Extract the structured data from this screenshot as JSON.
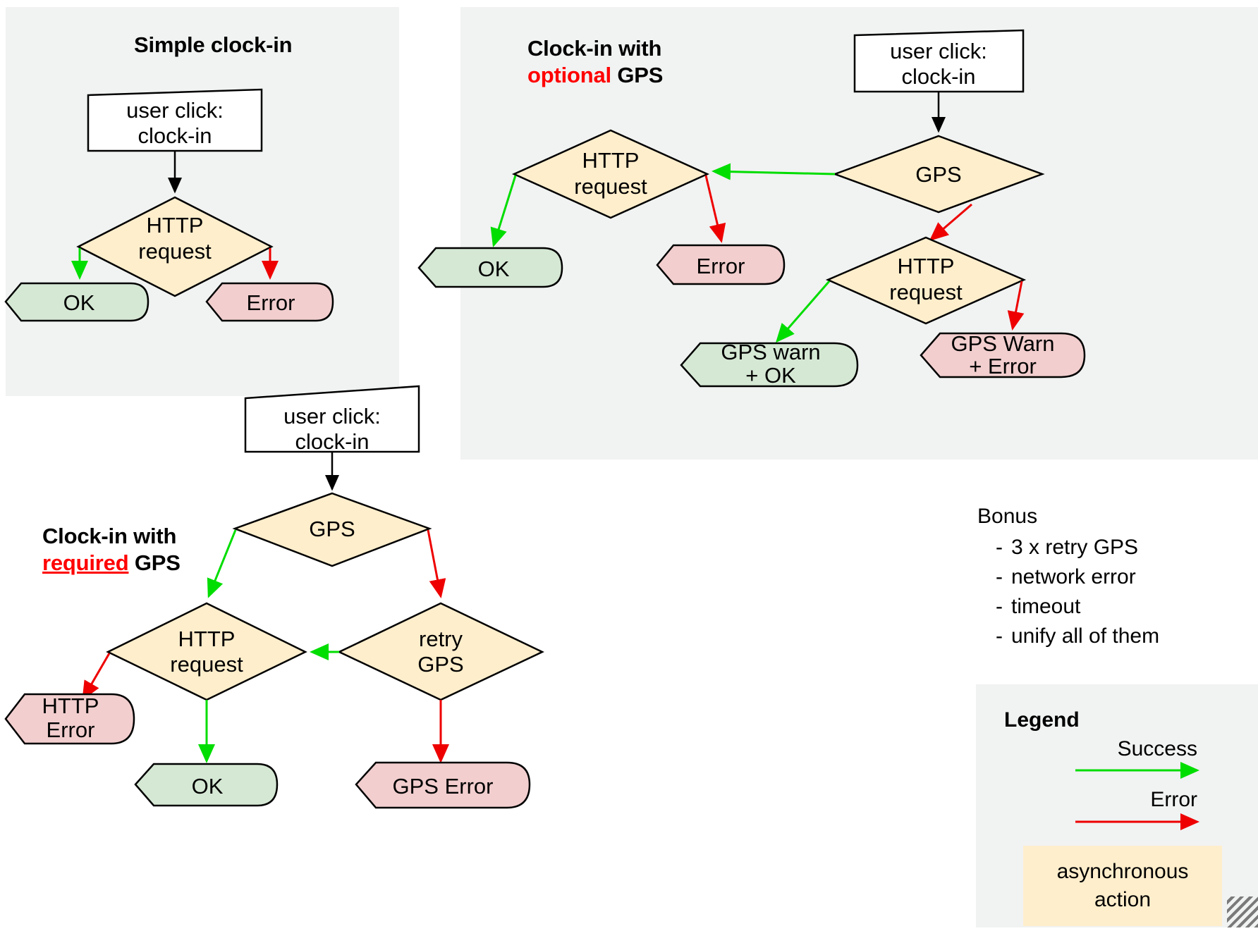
{
  "panels": [
    {
      "id": "simple",
      "title_parts": [
        {
          "text": "Simple clock-in",
          "style": "plain"
        }
      ],
      "nodes": {
        "start": "user click:\nclock-in",
        "http": "HTTP\nrequest",
        "ok": "OK",
        "error": "Error"
      }
    },
    {
      "id": "optional",
      "title_parts": [
        {
          "text": "Clock-in with",
          "style": "plain"
        },
        {
          "text": "optional",
          "style": "red"
        },
        {
          "text": " GPS",
          "style": "plain"
        }
      ],
      "nodes": {
        "start": "user click:\nclock-in",
        "gps": "GPS",
        "http_left": "HTTP\nrequest",
        "http_right": "HTTP\nrequest",
        "ok": "OK",
        "error": "Error",
        "gps_warn_ok": "GPS warn\n+ OK",
        "gps_warn_error": "GPS Warn\n+ Error"
      }
    },
    {
      "id": "required",
      "title_parts": [
        {
          "text": "Clock-in with",
          "style": "plain"
        },
        {
          "text": "required",
          "style": "red-underline"
        },
        {
          "text": " GPS",
          "style": "plain"
        }
      ],
      "nodes": {
        "start": "user click:\nclock-in",
        "gps": "GPS",
        "http": "HTTP\nrequest",
        "retry_gps": "retry\nGPS",
        "http_error": "HTTP\nError",
        "ok": "OK",
        "gps_error": "GPS Error"
      }
    }
  ],
  "bonus": {
    "heading": "Bonus",
    "bullet": "-",
    "items": [
      "3 x retry GPS",
      "network error",
      "timeout",
      "unify all of them"
    ]
  },
  "legend": {
    "title": "Legend",
    "success_label": "Success",
    "error_label": "Error",
    "async_label": "asynchronous\naction"
  },
  "colors": {
    "success_arrow": "#00dd00",
    "error_arrow": "#ee0000",
    "flow_arrow": "#000000",
    "async_fill": "#ffeecc",
    "ok_fill": "#d5e8d4",
    "error_fill": "#f2cece",
    "panel_bg": "#f1f2f2",
    "start_fill": "#ffffff",
    "stroke": "#000000"
  },
  "labels": {
    "node_simple_start": "user click: clock-in",
    "node_simple_http": "HTTP request",
    "node_simple_ok": "OK",
    "node_simple_error": "Error"
  }
}
